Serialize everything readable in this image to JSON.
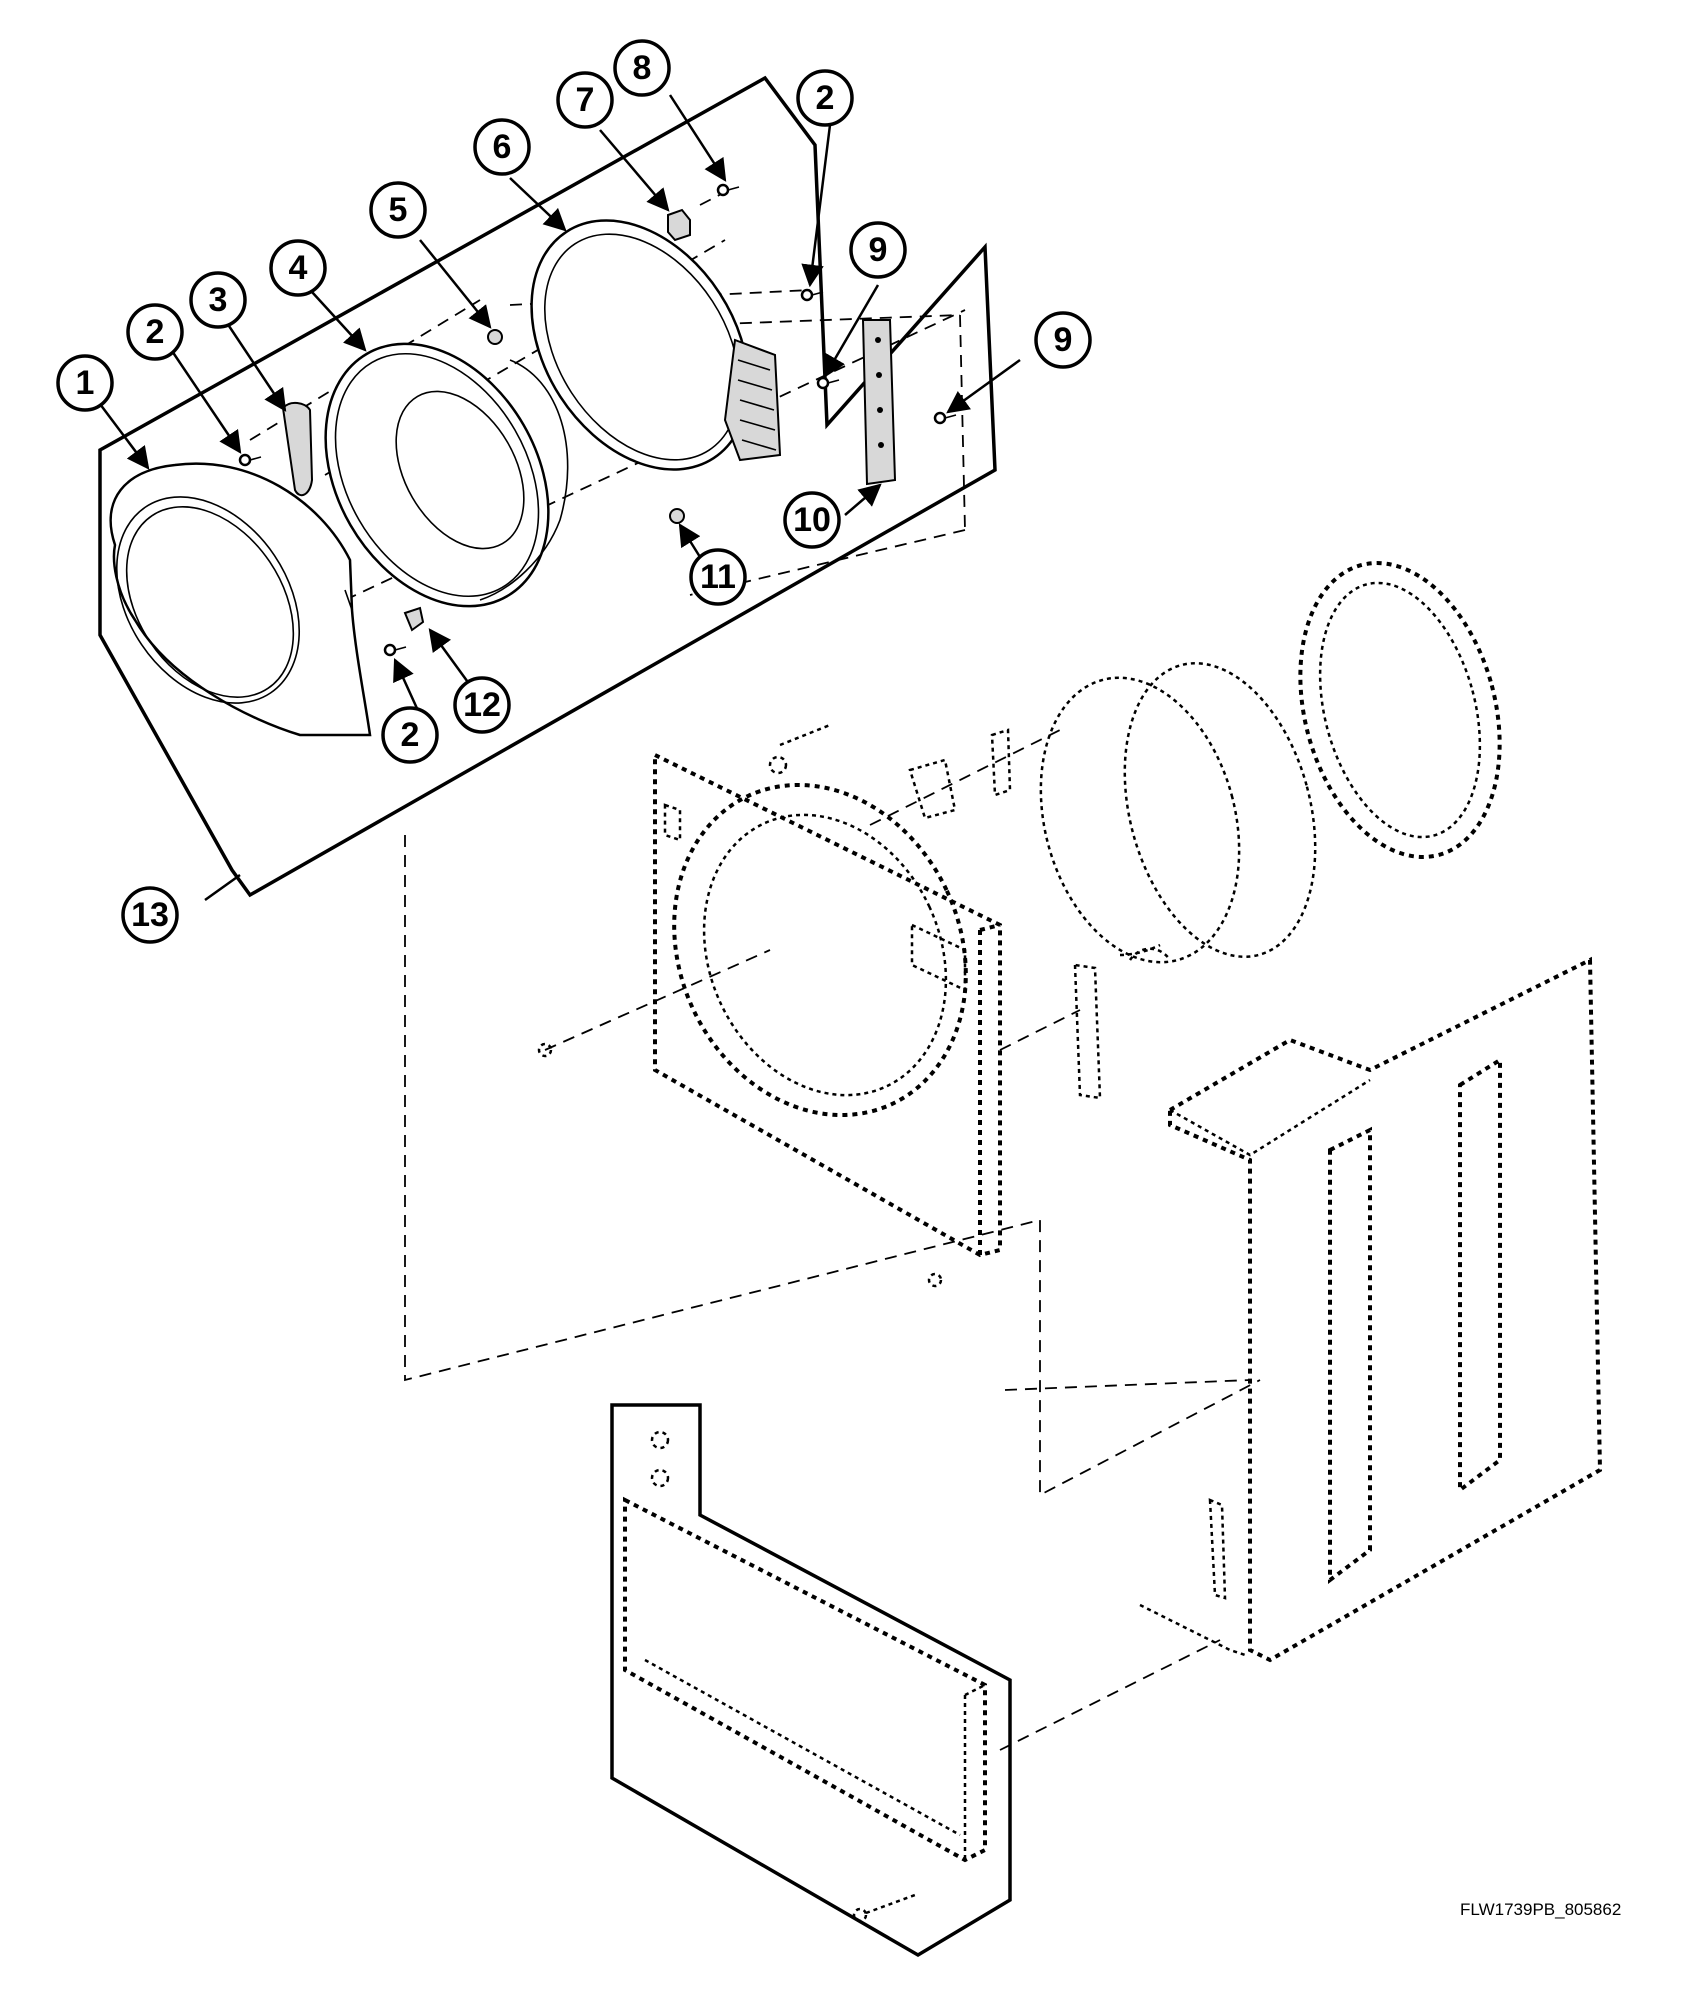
{
  "callouts": [
    "1",
    "2",
    "3",
    "4",
    "5",
    "6",
    "7",
    "8",
    "9",
    "10",
    "11",
    "12",
    "13"
  ],
  "drawing_reference": "FLW1739PB_805862"
}
